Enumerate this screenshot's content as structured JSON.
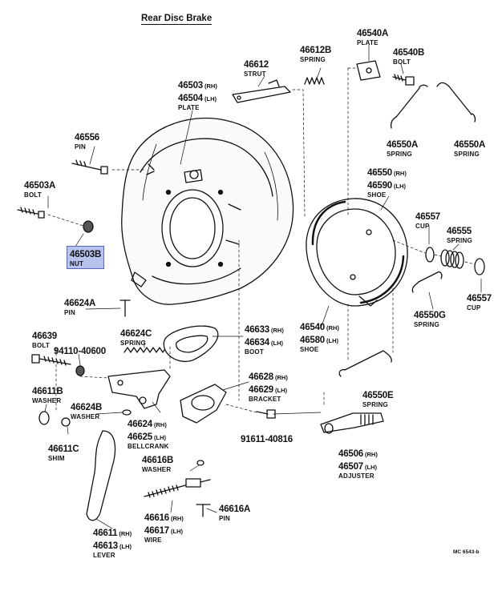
{
  "title": "Rear Disc Brake",
  "catalog_code": "MC 6543-b",
  "highlighted_part": "46503B",
  "parts": {
    "p46612": {
      "n1": "46612",
      "nm": "STRUT"
    },
    "p46612b": {
      "n1": "46612B",
      "nm": "SPRING"
    },
    "p46540a": {
      "n1": "46540A",
      "nm": "PLATE"
    },
    "p46540b": {
      "n1": "46540B",
      "nm": "BOLT"
    },
    "p46503": {
      "n1": "46503",
      "s1": "(RH)",
      "n2": "46504",
      "s2": "(LH)",
      "nm": "PLATE"
    },
    "p46556": {
      "n1": "46556",
      "nm": "PIN"
    },
    "p46550a1": {
      "n1": "46550A",
      "nm": "SPRING"
    },
    "p46550a2": {
      "n1": "46550A",
      "nm": "SPRING"
    },
    "p46503a": {
      "n1": "46503A",
      "nm": "BOLT"
    },
    "p46550": {
      "n1": "46550",
      "s1": "(RH)",
      "n2": "46590",
      "s2": "(LH)",
      "nm": "SHOE"
    },
    "p46503b": {
      "n1": "46503B",
      "nm": "NUT"
    },
    "p46557a": {
      "n1": "46557",
      "nm": "CUP"
    },
    "p46555": {
      "n1": "46555",
      "nm": "SPRING"
    },
    "p46557b": {
      "n1": "46557",
      "nm": "CUP"
    },
    "p46550g": {
      "n1": "46550G",
      "nm": "SPRING"
    },
    "p46624a": {
      "n1": "46624A",
      "nm": "PIN"
    },
    "p46639": {
      "n1": "46639",
      "nm": "BOLT"
    },
    "p94110": {
      "n1": "94110-40600"
    },
    "p46624c": {
      "n1": "46624C",
      "nm": "SPRING"
    },
    "p46633": {
      "n1": "46633",
      "s1": "(RH)",
      "n2": "46634",
      "s2": "(LH)",
      "nm": "BOOT"
    },
    "p46540": {
      "n1": "46540",
      "s1": "(RH)",
      "n2": "46580",
      "s2": "(LH)",
      "nm": "SHOE"
    },
    "p46628": {
      "n1": "46628",
      "s1": "(RH)",
      "n2": "46629",
      "s2": "(LH)",
      "nm": "BRACKET"
    },
    "p46611b": {
      "n1": "46611B",
      "nm": "WASHER"
    },
    "p46624b": {
      "n1": "46624B",
      "nm": "WASHER"
    },
    "p46550e": {
      "n1": "46550E",
      "nm": "SPRING"
    },
    "p46624": {
      "n1": "46624",
      "s1": "(RH)",
      "n2": "46625",
      "s2": "(LH)",
      "nm": "BELLCRANK"
    },
    "p91611": {
      "n1": "91611-40816"
    },
    "p46611c": {
      "n1": "46611C",
      "nm": "SHIM"
    },
    "p46506": {
      "n1": "46506",
      "s1": "(RH)",
      "n2": "46507",
      "s2": "(LH)",
      "nm": "ADJUSTER"
    },
    "p46616b": {
      "n1": "46616B",
      "nm": "WASHER"
    },
    "p46616": {
      "n1": "46616",
      "s1": "(RH)",
      "n2": "46617",
      "s2": "(LH)",
      "nm": "WIRE"
    },
    "p46616a": {
      "n1": "46616A",
      "nm": "PIN"
    },
    "p46611": {
      "n1": "46611",
      "s1": "(RH)",
      "n2": "46613",
      "s2": "(LH)",
      "nm": "LEVER"
    }
  }
}
